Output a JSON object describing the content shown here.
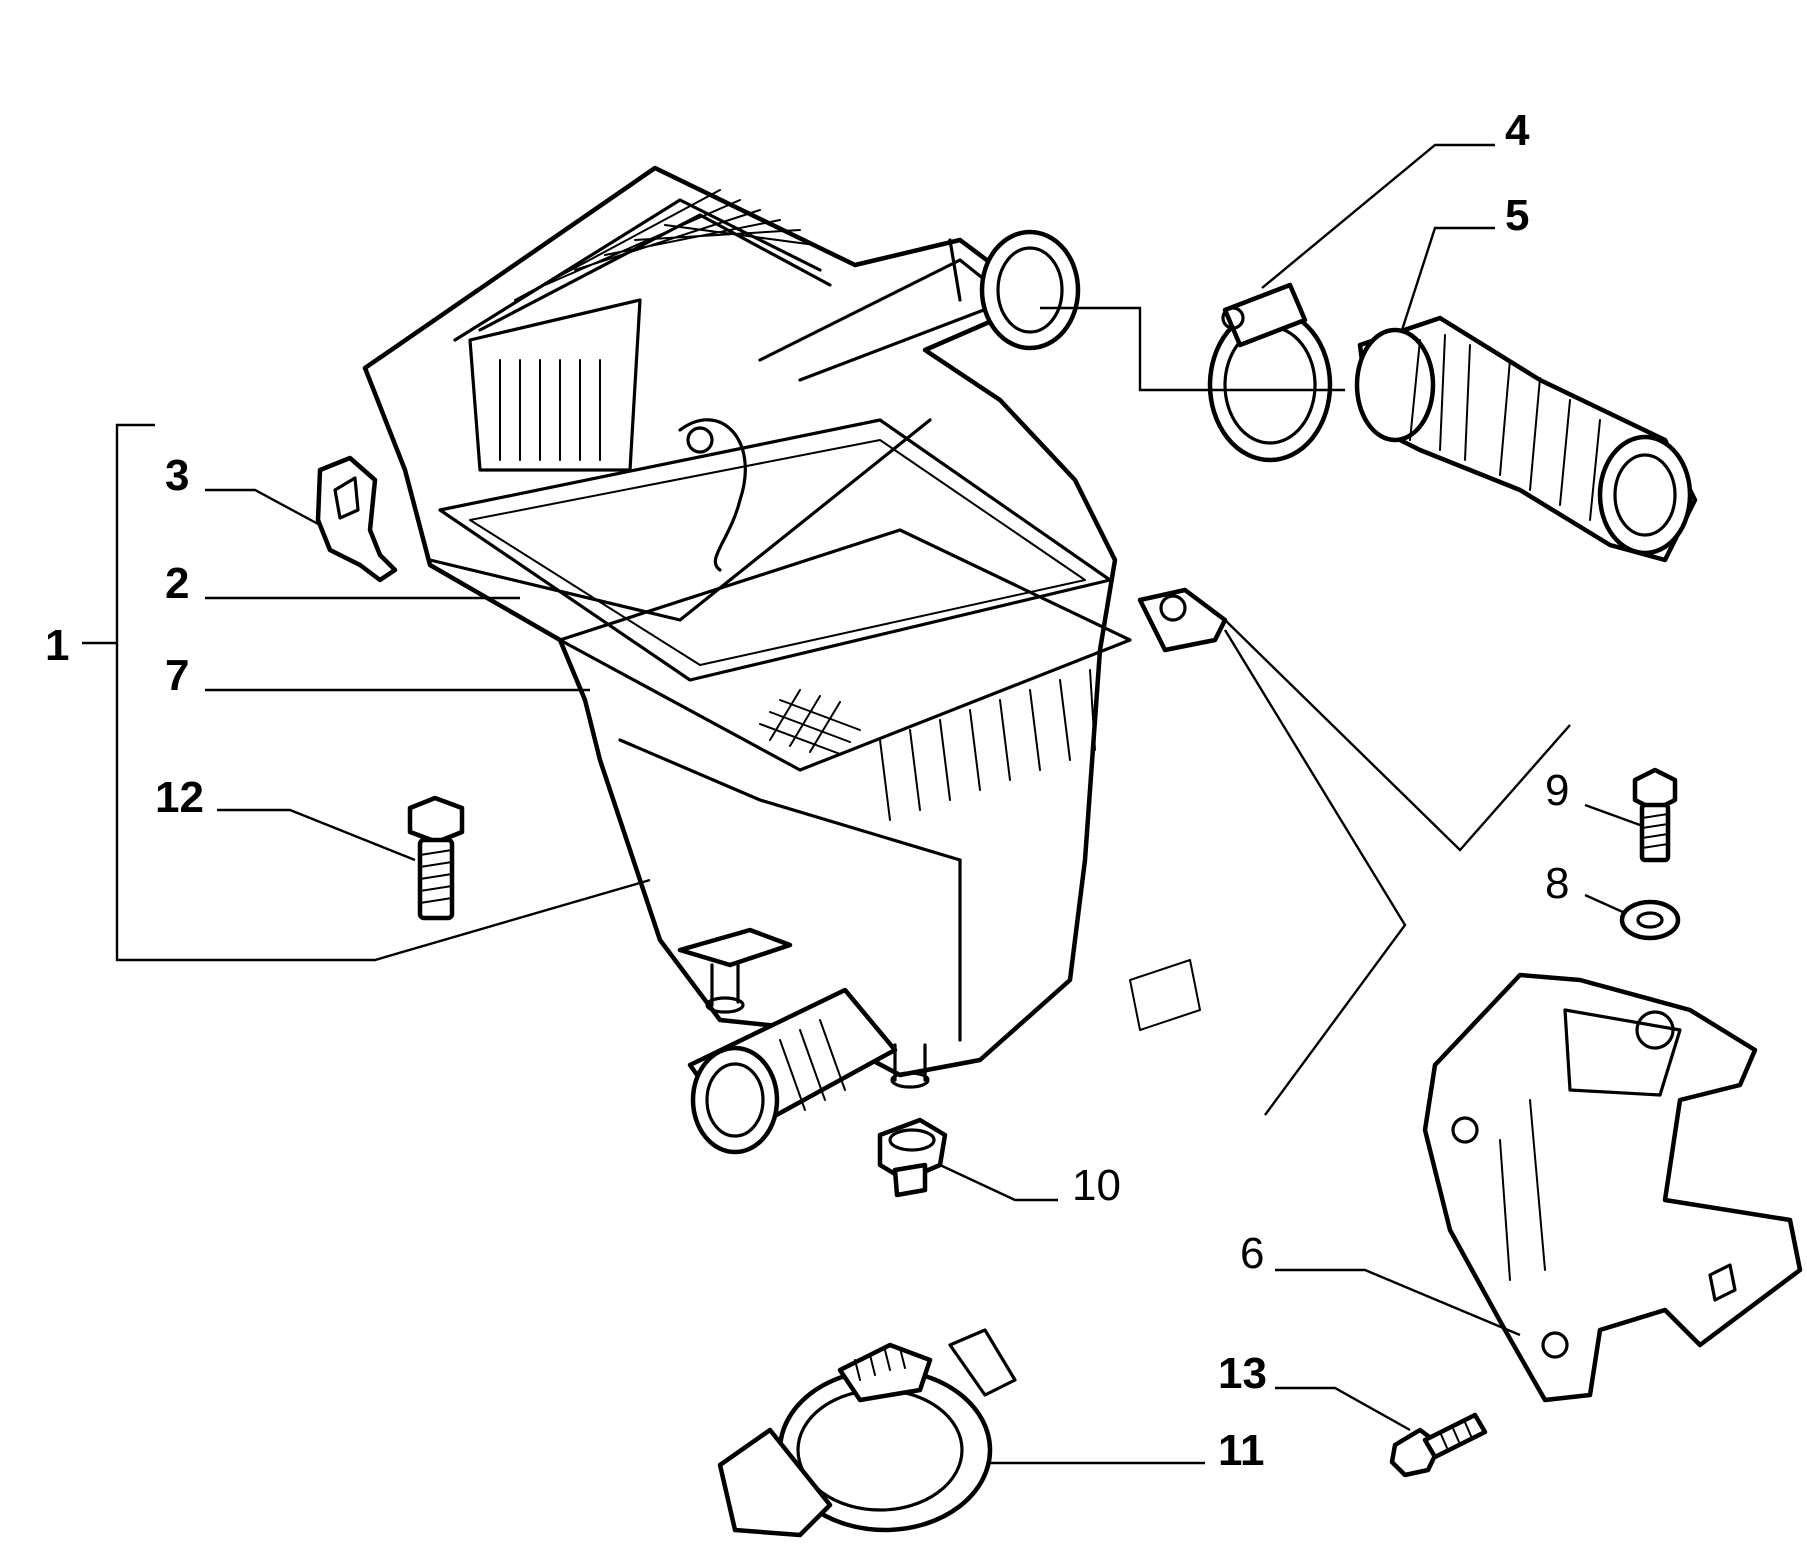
{
  "callouts": {
    "c1": "1",
    "c2": "2",
    "c3": "3",
    "c4": "4",
    "c5": "5",
    "c6": "6",
    "c7": "7",
    "c8": "8",
    "c9": "9",
    "c10": "10",
    "c11": "11",
    "c12": "12",
    "c13": "13"
  },
  "parts": [
    {
      "ref": "c1",
      "icon": "air-filter-assembly-icon"
    },
    {
      "ref": "c2",
      "icon": "filter-cover-seal-icon"
    },
    {
      "ref": "c3",
      "icon": "spring-clip-icon"
    },
    {
      "ref": "c4",
      "icon": "hose-clamp-icon"
    },
    {
      "ref": "c5",
      "icon": "intake-hose-icon"
    },
    {
      "ref": "c6",
      "icon": "mounting-bracket-icon"
    },
    {
      "ref": "c7",
      "icon": "filter-element-icon"
    },
    {
      "ref": "c8",
      "icon": "washer-icon"
    },
    {
      "ref": "c9",
      "icon": "bolt-icon"
    },
    {
      "ref": "c10",
      "icon": "rubber-mount-icon"
    },
    {
      "ref": "c11",
      "icon": "large-clamp-icon"
    },
    {
      "ref": "c12",
      "icon": "bolt-icon"
    },
    {
      "ref": "c13",
      "icon": "screw-icon"
    }
  ]
}
